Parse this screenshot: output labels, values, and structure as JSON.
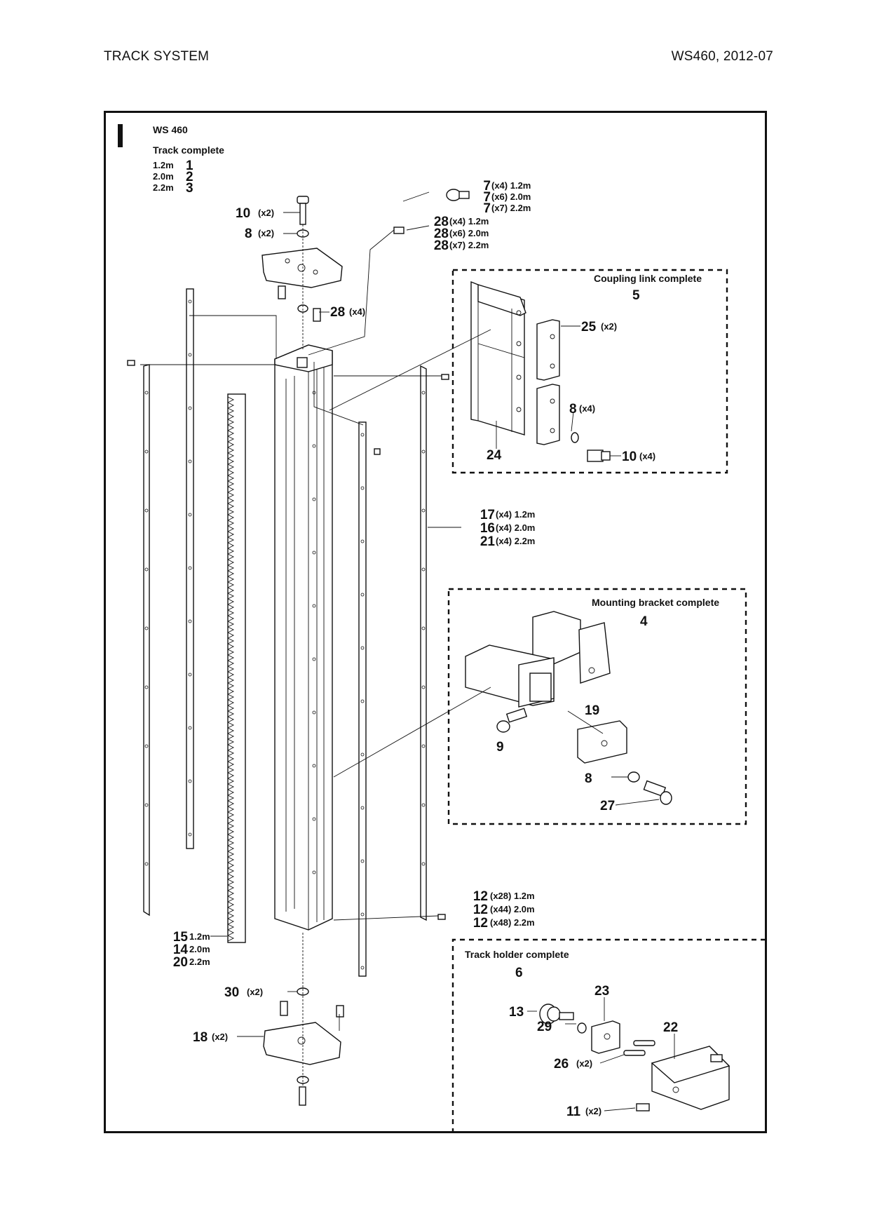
{
  "header": {
    "left": "TRACK SYSTEM",
    "right": "WS460, 2012-07"
  },
  "section_mark": "I",
  "model": "WS 460",
  "track": {
    "title": "Track complete",
    "rows": [
      {
        "len": "1.2m",
        "num": "1"
      },
      {
        "len": "2.0m",
        "num": "2"
      },
      {
        "len": "2.2m",
        "num": "3"
      }
    ]
  },
  "groups": {
    "coupling": {
      "title": "Coupling link complete",
      "num": "5"
    },
    "mounting": {
      "title": "Mounting bracket complete",
      "num": "4"
    },
    "holder": {
      "title": "Track holder complete",
      "num": "6"
    }
  },
  "callouts": {
    "p7": [
      {
        "num": "7",
        "qty": "(x4) 1.2m"
      },
      {
        "num": "7",
        "qty": "(x6) 2.0m"
      },
      {
        "num": "7",
        "qty": "(x7) 2.2m"
      }
    ],
    "p28": [
      {
        "num": "28",
        "qty": "(x4) 1.2m"
      },
      {
        "num": "28",
        "qty": "(x6) 2.0m"
      },
      {
        "num": "28",
        "qty": "(x7) 2.2m"
      }
    ],
    "p17": [
      {
        "num": "17",
        "qty": "(x4) 1.2m"
      },
      {
        "num": "16",
        "qty": "(x4) 2.0m"
      },
      {
        "num": "21",
        "qty": "(x4) 2.2m"
      }
    ],
    "p12": [
      {
        "num": "12",
        "qty": "(x28) 1.2m"
      },
      {
        "num": "12",
        "qty": "(x44) 2.0m"
      },
      {
        "num": "12",
        "qty": "(x48) 2.2m"
      }
    ],
    "p15": [
      {
        "num": "15",
        "qty": "1.2m"
      },
      {
        "num": "14",
        "qty": "2.0m"
      },
      {
        "num": "20",
        "qty": "2.2m"
      }
    ],
    "singles": {
      "p10top": {
        "num": "10",
        "qty": "(x2)"
      },
      "p8top": {
        "num": "8",
        "qty": "(x2)"
      },
      "p28mid": {
        "num": "28",
        "qty": "(x4)"
      },
      "p25": {
        "num": "25",
        "qty": "(x2)"
      },
      "p8cpl": {
        "num": "8",
        "qty": "(x4)"
      },
      "p10cpl": {
        "num": "10",
        "qty": "(x4)"
      },
      "p24": {
        "num": "24",
        "qty": ""
      },
      "p19": {
        "num": "19",
        "qty": ""
      },
      "p9": {
        "num": "9",
        "qty": ""
      },
      "p8mb": {
        "num": "8",
        "qty": ""
      },
      "p27": {
        "num": "27",
        "qty": ""
      },
      "p30": {
        "num": "30",
        "qty": "(x2)"
      },
      "p18": {
        "num": "18",
        "qty": "(x2)"
      },
      "p13": {
        "num": "13",
        "qty": ""
      },
      "p23": {
        "num": "23",
        "qty": ""
      },
      "p22": {
        "num": "22",
        "qty": ""
      },
      "p29": {
        "num": "29",
        "qty": ""
      },
      "p26": {
        "num": "26",
        "qty": "(x2)"
      },
      "p11": {
        "num": "11",
        "qty": "(x2)"
      }
    }
  }
}
